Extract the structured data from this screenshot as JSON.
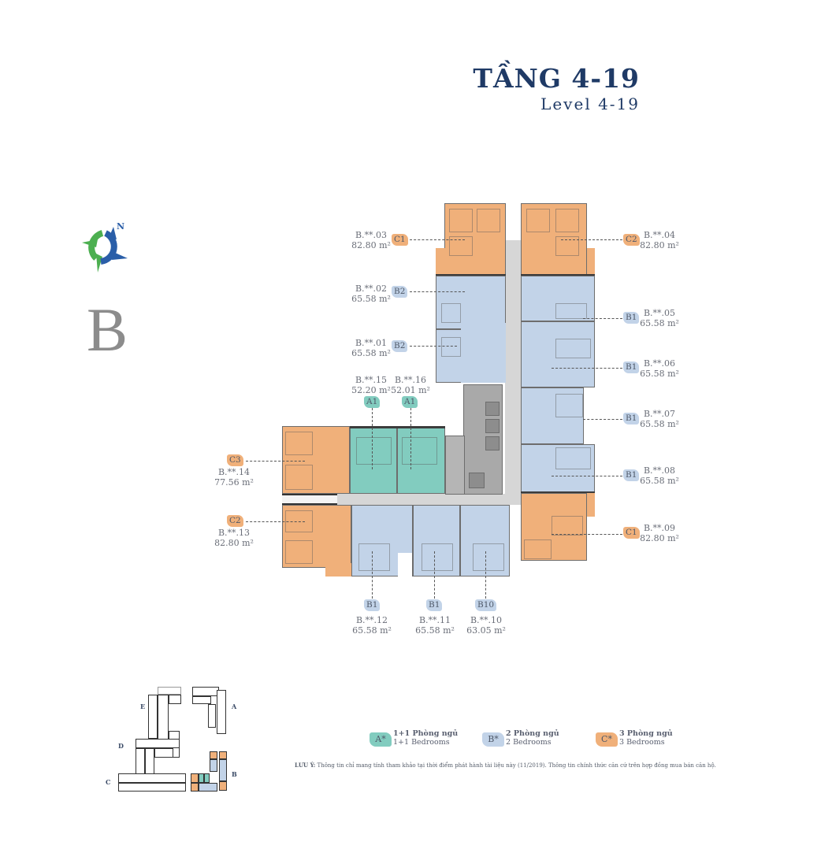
{
  "header": {
    "title": "TẦNG 4-19",
    "subtitle": "Level 4-19"
  },
  "block": {
    "letter": "B",
    "compass_label": "N",
    "compass_icon": "compass-north-icon"
  },
  "colors": {
    "title": "#1f3a66",
    "type_a": "#82ccbf",
    "type_b": "#c2d3e8",
    "type_c": "#f0b07a",
    "corridor": "#d6d6d6",
    "core": "#9e9e9e",
    "compass_green": "#4caf50",
    "compass_blue": "#2a5ea8"
  },
  "units": [
    {
      "code": "B.**.03",
      "area": "82.80 m²",
      "type": "C1",
      "cls": "c"
    },
    {
      "code": "B.**.02",
      "area": "65.58 m²",
      "type": "B2",
      "cls": "b"
    },
    {
      "code": "B.**.01",
      "area": "65.58 m²",
      "type": "B2",
      "cls": "b"
    },
    {
      "code": "B.**.15",
      "area": "52.20 m²",
      "type": "A1",
      "cls": "a"
    },
    {
      "code": "B.**.16",
      "area": "52.01 m²",
      "type": "A1",
      "cls": "a"
    },
    {
      "code": "B.**.04",
      "area": "82.80 m²",
      "type": "C2",
      "cls": "c"
    },
    {
      "code": "B.**.05",
      "area": "65.58 m²",
      "type": "B1",
      "cls": "b"
    },
    {
      "code": "B.**.06",
      "area": "65.58 m²",
      "type": "B1",
      "cls": "b"
    },
    {
      "code": "B.**.07",
      "area": "65.58 m²",
      "type": "B1",
      "cls": "b"
    },
    {
      "code": "B.**.08",
      "area": "65.58 m²",
      "type": "B1",
      "cls": "b"
    },
    {
      "code": "B.**.09",
      "area": "82.80 m²",
      "type": "C1",
      "cls": "c"
    },
    {
      "code": "B.**.14",
      "area": "77.56 m²",
      "type": "C3",
      "cls": "c"
    },
    {
      "code": "B.**.13",
      "area": "82.80 m²",
      "type": "C2",
      "cls": "c"
    },
    {
      "code": "B.**.12",
      "area": "65.58 m²",
      "type": "B1",
      "cls": "b"
    },
    {
      "code": "B.**.11",
      "area": "65.58 m²",
      "type": "B1",
      "cls": "b"
    },
    {
      "code": "B.**.10",
      "area": "63.05 m²",
      "type": "B10",
      "cls": "b"
    }
  ],
  "legend": [
    {
      "swatch": "A*",
      "line1": "1+1 Phòng ngủ",
      "line2": "1+1 Bedrooms",
      "cls": "a"
    },
    {
      "swatch": "B*",
      "line1": "2 Phòng ngủ",
      "line2": "2 Bedrooms",
      "cls": "b"
    },
    {
      "swatch": "C*",
      "line1": "3 Phòng ngủ",
      "line2": "3 Bedrooms",
      "cls": "c"
    }
  ],
  "note": {
    "label": "LƯU Ý:",
    "text": "Thông tin chỉ mang tính tham khảo tại thời điểm phát hành tài liệu này (11/2019). Thông tin chính thức căn cứ trên hợp đồng mua bán căn hộ."
  },
  "key_map": {
    "blocks": [
      "A",
      "B",
      "C",
      "D",
      "E"
    ],
    "highlighted": "B"
  }
}
